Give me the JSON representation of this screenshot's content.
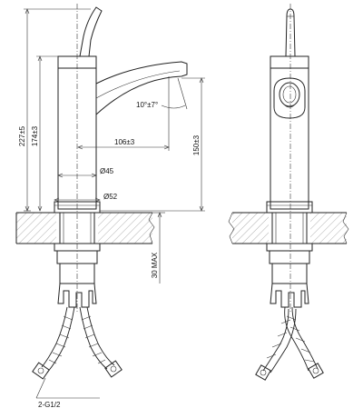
{
  "labels": {
    "height_total": "227±5",
    "height_spout": "174±3",
    "height_outlet": "150±3",
    "angle": "10°±7°",
    "reach": "106±3",
    "dia_body": "Ø45",
    "dia_base": "Ø52",
    "counter_max": "30 MAX",
    "hoses": "2-G1/2"
  },
  "colors": {
    "line": "#222222",
    "hatch": "#9a9a9a"
  }
}
